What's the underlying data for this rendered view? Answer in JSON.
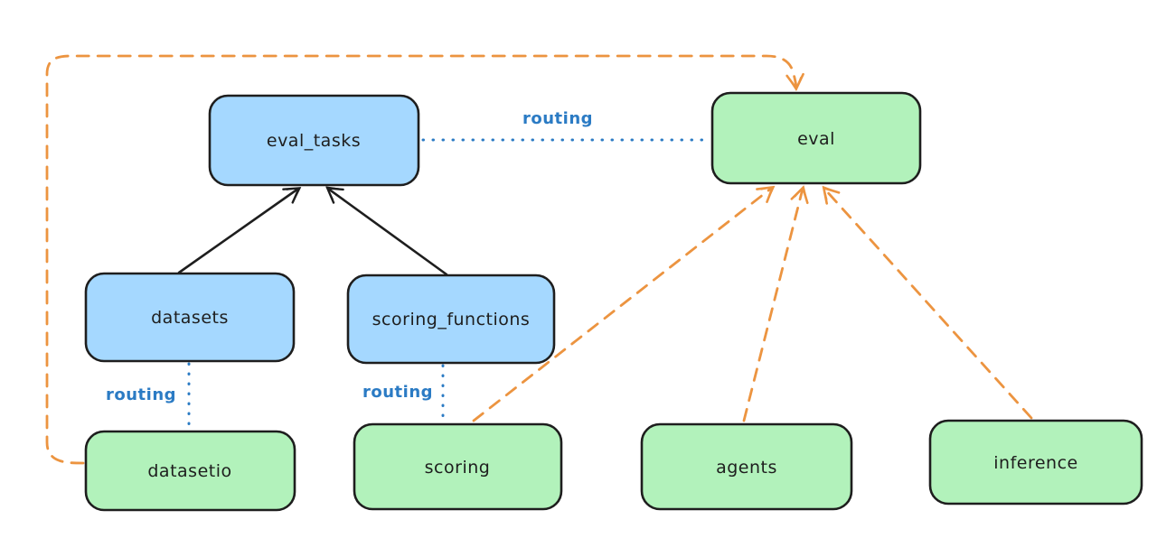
{
  "nodes": {
    "eval_tasks": {
      "label": "eval_tasks",
      "kind": "resource"
    },
    "eval": {
      "label": "eval",
      "kind": "api"
    },
    "datasets": {
      "label": "datasets",
      "kind": "resource"
    },
    "scoring_functions": {
      "label": "scoring_functions",
      "kind": "resource"
    },
    "datasetio": {
      "label": "datasetio",
      "kind": "api"
    },
    "scoring": {
      "label": "scoring",
      "kind": "api"
    },
    "agents": {
      "label": "agents",
      "kind": "api"
    },
    "inference": {
      "label": "inference",
      "kind": "api"
    }
  },
  "edge_labels": {
    "routing_eval_tasks_eval": "routing",
    "routing_datasets_datasetio": "routing",
    "routing_scoring_functions_scoring": "routing"
  },
  "colors": {
    "resource_node_fill": "#a5d8ff",
    "api_node_fill": "#b2f2bb",
    "node_stroke": "#1e1e1e",
    "solid_arrow": "#1e1e1e",
    "routing_dotted": "#2b7bc4",
    "dashed_arrow": "#ec9440",
    "background": "#ffffff"
  }
}
